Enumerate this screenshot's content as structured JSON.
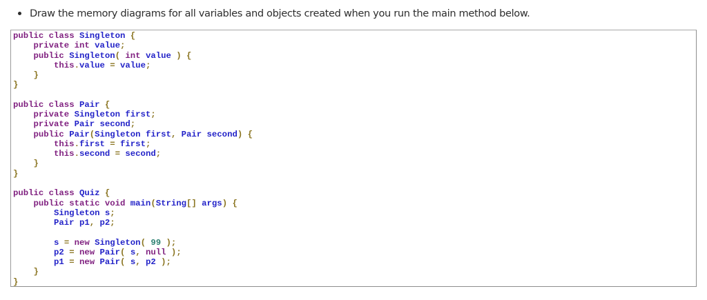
{
  "instruction": {
    "bullet": "•",
    "text": "Draw the memory diagrams for all variables and objects created when you run the main method below."
  },
  "colors": {
    "keyword": "#7f1f7f",
    "identifier": "#2323c8",
    "punctuation": "#8a7420",
    "number": "#2a7f70",
    "text": "#2d2d2d",
    "border": "#8c8c8c"
  },
  "code": {
    "language": "java",
    "lines": [
      [
        {
          "t": "kw",
          "v": "public"
        },
        {
          "t": "sp",
          "v": " "
        },
        {
          "t": "kw",
          "v": "class"
        },
        {
          "t": "sp",
          "v": " "
        },
        {
          "t": "id",
          "v": "Singleton"
        },
        {
          "t": "sp",
          "v": " "
        },
        {
          "t": "pn",
          "v": "{"
        }
      ],
      [
        {
          "t": "sp",
          "v": "    "
        },
        {
          "t": "kw",
          "v": "private"
        },
        {
          "t": "sp",
          "v": " "
        },
        {
          "t": "kw",
          "v": "int"
        },
        {
          "t": "sp",
          "v": " "
        },
        {
          "t": "id",
          "v": "value"
        },
        {
          "t": "pn",
          "v": ";"
        }
      ],
      [
        {
          "t": "sp",
          "v": "    "
        },
        {
          "t": "kw",
          "v": "public"
        },
        {
          "t": "sp",
          "v": " "
        },
        {
          "t": "id",
          "v": "Singleton"
        },
        {
          "t": "pn",
          "v": "("
        },
        {
          "t": "sp",
          "v": " "
        },
        {
          "t": "kw",
          "v": "int"
        },
        {
          "t": "sp",
          "v": " "
        },
        {
          "t": "id",
          "v": "value"
        },
        {
          "t": "sp",
          "v": " "
        },
        {
          "t": "pn",
          "v": ")"
        },
        {
          "t": "sp",
          "v": " "
        },
        {
          "t": "pn",
          "v": "{"
        }
      ],
      [
        {
          "t": "sp",
          "v": "        "
        },
        {
          "t": "kw",
          "v": "this"
        },
        {
          "t": "pn",
          "v": "."
        },
        {
          "t": "id",
          "v": "value"
        },
        {
          "t": "sp",
          "v": " "
        },
        {
          "t": "pn",
          "v": "="
        },
        {
          "t": "sp",
          "v": " "
        },
        {
          "t": "id",
          "v": "value"
        },
        {
          "t": "pn",
          "v": ";"
        }
      ],
      [
        {
          "t": "sp",
          "v": "    "
        },
        {
          "t": "pn",
          "v": "}"
        }
      ],
      [
        {
          "t": "pn",
          "v": "}"
        }
      ],
      [],
      [
        {
          "t": "kw",
          "v": "public"
        },
        {
          "t": "sp",
          "v": " "
        },
        {
          "t": "kw",
          "v": "class"
        },
        {
          "t": "sp",
          "v": " "
        },
        {
          "t": "id",
          "v": "Pair"
        },
        {
          "t": "sp",
          "v": " "
        },
        {
          "t": "pn",
          "v": "{"
        }
      ],
      [
        {
          "t": "sp",
          "v": "    "
        },
        {
          "t": "kw",
          "v": "private"
        },
        {
          "t": "sp",
          "v": " "
        },
        {
          "t": "id",
          "v": "Singleton"
        },
        {
          "t": "sp",
          "v": " "
        },
        {
          "t": "id",
          "v": "first"
        },
        {
          "t": "pn",
          "v": ";"
        }
      ],
      [
        {
          "t": "sp",
          "v": "    "
        },
        {
          "t": "kw",
          "v": "private"
        },
        {
          "t": "sp",
          "v": " "
        },
        {
          "t": "id",
          "v": "Pair"
        },
        {
          "t": "sp",
          "v": " "
        },
        {
          "t": "id",
          "v": "second"
        },
        {
          "t": "pn",
          "v": ";"
        }
      ],
      [
        {
          "t": "sp",
          "v": "    "
        },
        {
          "t": "kw",
          "v": "public"
        },
        {
          "t": "sp",
          "v": " "
        },
        {
          "t": "id",
          "v": "Pair"
        },
        {
          "t": "pn",
          "v": "("
        },
        {
          "t": "id",
          "v": "Singleton"
        },
        {
          "t": "sp",
          "v": " "
        },
        {
          "t": "id",
          "v": "first"
        },
        {
          "t": "pn",
          "v": ","
        },
        {
          "t": "sp",
          "v": " "
        },
        {
          "t": "id",
          "v": "Pair"
        },
        {
          "t": "sp",
          "v": " "
        },
        {
          "t": "id",
          "v": "second"
        },
        {
          "t": "pn",
          "v": ")"
        },
        {
          "t": "sp",
          "v": " "
        },
        {
          "t": "pn",
          "v": "{"
        }
      ],
      [
        {
          "t": "sp",
          "v": "        "
        },
        {
          "t": "kw",
          "v": "this"
        },
        {
          "t": "pn",
          "v": "."
        },
        {
          "t": "id",
          "v": "first"
        },
        {
          "t": "sp",
          "v": " "
        },
        {
          "t": "pn",
          "v": "="
        },
        {
          "t": "sp",
          "v": " "
        },
        {
          "t": "id",
          "v": "first"
        },
        {
          "t": "pn",
          "v": ";"
        }
      ],
      [
        {
          "t": "sp",
          "v": "        "
        },
        {
          "t": "kw",
          "v": "this"
        },
        {
          "t": "pn",
          "v": "."
        },
        {
          "t": "id",
          "v": "second"
        },
        {
          "t": "sp",
          "v": " "
        },
        {
          "t": "pn",
          "v": "="
        },
        {
          "t": "sp",
          "v": " "
        },
        {
          "t": "id",
          "v": "second"
        },
        {
          "t": "pn",
          "v": ";"
        }
      ],
      [
        {
          "t": "sp",
          "v": "    "
        },
        {
          "t": "pn",
          "v": "}"
        }
      ],
      [
        {
          "t": "pn",
          "v": "}"
        }
      ],
      [],
      [
        {
          "t": "kw",
          "v": "public"
        },
        {
          "t": "sp",
          "v": " "
        },
        {
          "t": "kw",
          "v": "class"
        },
        {
          "t": "sp",
          "v": " "
        },
        {
          "t": "id",
          "v": "Quiz"
        },
        {
          "t": "sp",
          "v": " "
        },
        {
          "t": "pn",
          "v": "{"
        }
      ],
      [
        {
          "t": "sp",
          "v": "    "
        },
        {
          "t": "kw",
          "v": "public"
        },
        {
          "t": "sp",
          "v": " "
        },
        {
          "t": "kw",
          "v": "static"
        },
        {
          "t": "sp",
          "v": " "
        },
        {
          "t": "kw",
          "v": "void"
        },
        {
          "t": "sp",
          "v": " "
        },
        {
          "t": "id",
          "v": "main"
        },
        {
          "t": "pn",
          "v": "("
        },
        {
          "t": "id",
          "v": "String"
        },
        {
          "t": "pn",
          "v": "[]"
        },
        {
          "t": "sp",
          "v": " "
        },
        {
          "t": "id",
          "v": "args"
        },
        {
          "t": "pn",
          "v": ")"
        },
        {
          "t": "sp",
          "v": " "
        },
        {
          "t": "pn",
          "v": "{"
        }
      ],
      [
        {
          "t": "sp",
          "v": "        "
        },
        {
          "t": "id",
          "v": "Singleton"
        },
        {
          "t": "sp",
          "v": " "
        },
        {
          "t": "id",
          "v": "s"
        },
        {
          "t": "pn",
          "v": ";"
        }
      ],
      [
        {
          "t": "sp",
          "v": "        "
        },
        {
          "t": "id",
          "v": "Pair"
        },
        {
          "t": "sp",
          "v": " "
        },
        {
          "t": "id",
          "v": "p1"
        },
        {
          "t": "pn",
          "v": ","
        },
        {
          "t": "sp",
          "v": " "
        },
        {
          "t": "id",
          "v": "p2"
        },
        {
          "t": "pn",
          "v": ";"
        }
      ],
      [],
      [
        {
          "t": "sp",
          "v": "        "
        },
        {
          "t": "id",
          "v": "s"
        },
        {
          "t": "sp",
          "v": " "
        },
        {
          "t": "pn",
          "v": "="
        },
        {
          "t": "sp",
          "v": " "
        },
        {
          "t": "kw",
          "v": "new"
        },
        {
          "t": "sp",
          "v": " "
        },
        {
          "t": "id",
          "v": "Singleton"
        },
        {
          "t": "pn",
          "v": "("
        },
        {
          "t": "sp",
          "v": " "
        },
        {
          "t": "num",
          "v": "99"
        },
        {
          "t": "sp",
          "v": " "
        },
        {
          "t": "pn",
          "v": ")"
        },
        {
          "t": "pn",
          "v": ";"
        }
      ],
      [
        {
          "t": "sp",
          "v": "        "
        },
        {
          "t": "id",
          "v": "p2"
        },
        {
          "t": "sp",
          "v": " "
        },
        {
          "t": "pn",
          "v": "="
        },
        {
          "t": "sp",
          "v": " "
        },
        {
          "t": "kw",
          "v": "new"
        },
        {
          "t": "sp",
          "v": " "
        },
        {
          "t": "id",
          "v": "Pair"
        },
        {
          "t": "pn",
          "v": "("
        },
        {
          "t": "sp",
          "v": " "
        },
        {
          "t": "id",
          "v": "s"
        },
        {
          "t": "pn",
          "v": ","
        },
        {
          "t": "sp",
          "v": " "
        },
        {
          "t": "kw",
          "v": "null"
        },
        {
          "t": "sp",
          "v": " "
        },
        {
          "t": "pn",
          "v": ")"
        },
        {
          "t": "pn",
          "v": ";"
        }
      ],
      [
        {
          "t": "sp",
          "v": "        "
        },
        {
          "t": "id",
          "v": "p1"
        },
        {
          "t": "sp",
          "v": " "
        },
        {
          "t": "pn",
          "v": "="
        },
        {
          "t": "sp",
          "v": " "
        },
        {
          "t": "kw",
          "v": "new"
        },
        {
          "t": "sp",
          "v": " "
        },
        {
          "t": "id",
          "v": "Pair"
        },
        {
          "t": "pn",
          "v": "("
        },
        {
          "t": "sp",
          "v": " "
        },
        {
          "t": "id",
          "v": "s"
        },
        {
          "t": "pn",
          "v": ","
        },
        {
          "t": "sp",
          "v": " "
        },
        {
          "t": "id",
          "v": "p2"
        },
        {
          "t": "sp",
          "v": " "
        },
        {
          "t": "pn",
          "v": ")"
        },
        {
          "t": "pn",
          "v": ";"
        }
      ],
      [
        {
          "t": "sp",
          "v": "    "
        },
        {
          "t": "pn",
          "v": "}"
        }
      ],
      [
        {
          "t": "pn",
          "v": "}"
        }
      ]
    ]
  }
}
